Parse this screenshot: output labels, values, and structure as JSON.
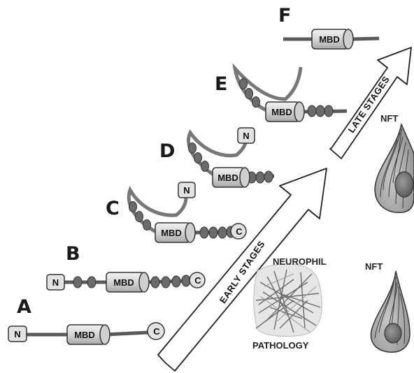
{
  "stages": {
    "a": "A",
    "b": "B",
    "c": "C",
    "d": "D",
    "e": "E",
    "f": "F"
  },
  "labels": {
    "n_terminal": "N",
    "c_terminal": "C",
    "mbd": "MBD"
  },
  "arrows": {
    "early": "EARLY STAGES",
    "late": "LATE STAGES"
  },
  "neuropil": {
    "top": "NEUROPHIL",
    "bottom": "PATHOLOGY"
  },
  "nft": {
    "upper": "NFT",
    "lower": "NFT"
  },
  "colors": {
    "strand": "#5a5a5a",
    "bead": "#6b6b6b",
    "box_fill": "#e3e3e3",
    "outline": "#333333"
  }
}
